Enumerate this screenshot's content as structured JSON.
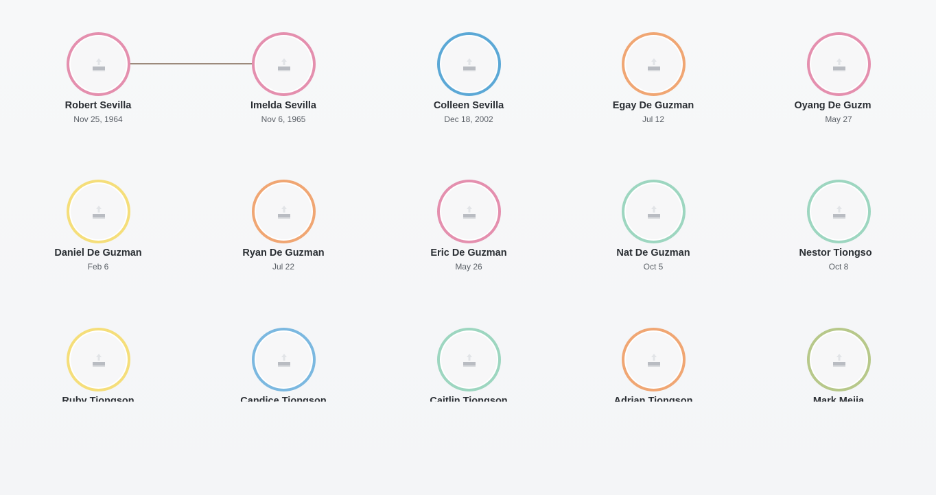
{
  "colors": {
    "pink": "#e48fae",
    "blue": "#5ba8d6",
    "orange": "#f0a673",
    "yellow": "#f5de7a",
    "mint": "#9dd6c0",
    "sky": "#7bb8e0",
    "olive": "#b7c88a",
    "connector": "#9c8a7c"
  },
  "avatar_icon": "image-placeholder-icon",
  "people": [
    {
      "name": "Robert Sevilla",
      "date": "Nov 25, 1964",
      "ring_color": "#e48fae"
    },
    {
      "name": "Imelda Sevilla",
      "date": "Nov 6, 1965",
      "ring_color": "#e48fae"
    },
    {
      "name": "Colleen Sevilla",
      "date": "Dec 18, 2002",
      "ring_color": "#5ba8d6"
    },
    {
      "name": "Egay De Guzman",
      "date": "Jul 12",
      "ring_color": "#f0a673"
    },
    {
      "name": "Oyang De Guzman",
      "date": "May 27",
      "ring_color": "#e48fae"
    },
    {
      "name": "Daniel De Guzman",
      "date": "Feb 6",
      "ring_color": "#f5de7a"
    },
    {
      "name": "Ryan De Guzman",
      "date": "Jul 22",
      "ring_color": "#f0a673"
    },
    {
      "name": "Eric De Guzman",
      "date": "May 26",
      "ring_color": "#e48fae"
    },
    {
      "name": "Nat De Guzman",
      "date": "Oct 5",
      "ring_color": "#9dd6c0"
    },
    {
      "name": "Nestor Tiongson",
      "date": "Oct 8",
      "ring_color": "#9dd6c0"
    },
    {
      "name": "Ruby Tiongson",
      "date": "",
      "ring_color": "#f5de7a"
    },
    {
      "name": "Candice Tiongson",
      "date": "",
      "ring_color": "#7bb8e0"
    },
    {
      "name": "Caitlin Tiongson",
      "date": "",
      "ring_color": "#9dd6c0"
    },
    {
      "name": "Adrian Tiongson",
      "date": "",
      "ring_color": "#f0a673"
    },
    {
      "name": "Mark Mejia",
      "date": "",
      "ring_color": "#b7c88a"
    }
  ],
  "relationships": [
    {
      "from": 0,
      "to": 1,
      "type": "spouse"
    }
  ]
}
